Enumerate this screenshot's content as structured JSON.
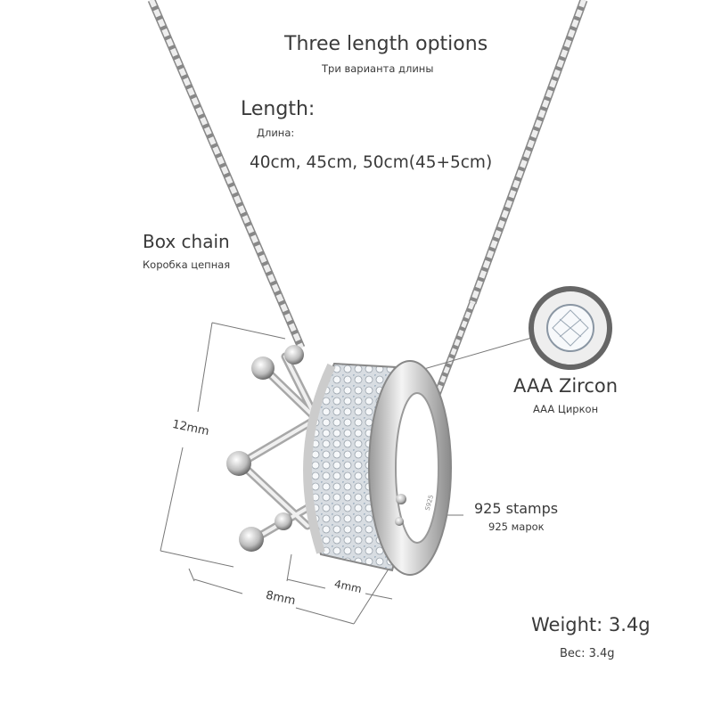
{
  "colors": {
    "text": "#3a3a3a",
    "silver": "#c9c9c9",
    "dark": "#555555",
    "line": "#777777"
  },
  "headline": {
    "en": "Three length options",
    "ru": "Три варианта длины"
  },
  "length": {
    "label_en": "Length:",
    "label_ru": "Длина:",
    "values": "40cm, 45cm, 50cm(45+5cm)"
  },
  "chain": {
    "en": "Box chain",
    "ru": "Коробка цепная"
  },
  "stone": {
    "en": "AAA Zircon",
    "ru": "AAA Циркон"
  },
  "stamp": {
    "en": "925 stamps",
    "ru": "925 марок",
    "engraving": "S925"
  },
  "weight": {
    "en": "Weight: 3.4g",
    "ru": "Вес: 3.4g"
  },
  "dimensions": {
    "height": "12mm",
    "width": "8mm",
    "ring_width": "4mm"
  }
}
